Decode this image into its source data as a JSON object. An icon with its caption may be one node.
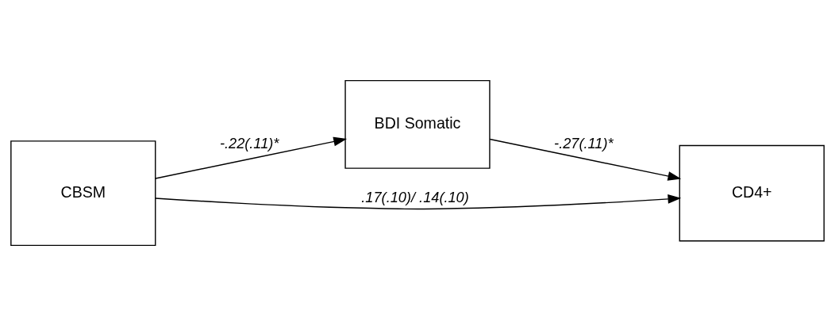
{
  "diagram": {
    "nodes": [
      {
        "text": [
          "CBSM"
        ]
      },
      {
        "text": [
          "BDI Somatic"
        ]
      },
      {
        "text": [
          "CD4+"
        ]
      }
    ],
    "edges": [
      {
        "from": 0,
        "to": 1,
        "arrow": "to",
        "label": "-.22(.11)*"
      },
      {
        "from": 1,
        "to": 2,
        "arrow": "to",
        "label": "-.27(.11)*"
      },
      {
        "from": 0,
        "to": 2,
        "arrow": "to",
        "label": ".17(.10)/ .14(.10)"
      }
    ]
  }
}
